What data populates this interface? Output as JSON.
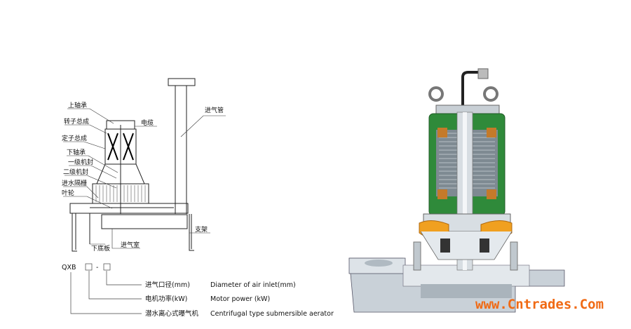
{
  "schematic": {
    "labels": {
      "upper_bearing": "上轴承",
      "rotor_assembly": "转子总成",
      "stator_assembly": "定子总成",
      "lower_bearing": "下轴承",
      "primary_seal": "一级机封",
      "secondary_seal": "二级机封",
      "inlet_grille": "进水隔栅",
      "impeller": "叶轮",
      "cable": "电缆",
      "air_pipe": "进气管",
      "bracket": "支架",
      "bottom_plate": "下底板",
      "air_chamber": "进气室"
    }
  },
  "model_legend": {
    "code": "QXB",
    "dash": "-",
    "rows": [
      {
        "cn": "进气口径(mm)",
        "en": "Diameter of air inlet(mm)"
      },
      {
        "cn": "电机功率(kW)",
        "en": "Motor power (kW)"
      },
      {
        "cn": "潜水离心式曝气机",
        "en": "Centrifugal type submersible aerator"
      }
    ]
  },
  "watermark": "www.Cntrades.Com",
  "colors": {
    "motor_green": "#2f8a3a",
    "impeller_orange": "#f0a020",
    "watermark": "#f06a14",
    "steel": "#b8c4cc"
  }
}
